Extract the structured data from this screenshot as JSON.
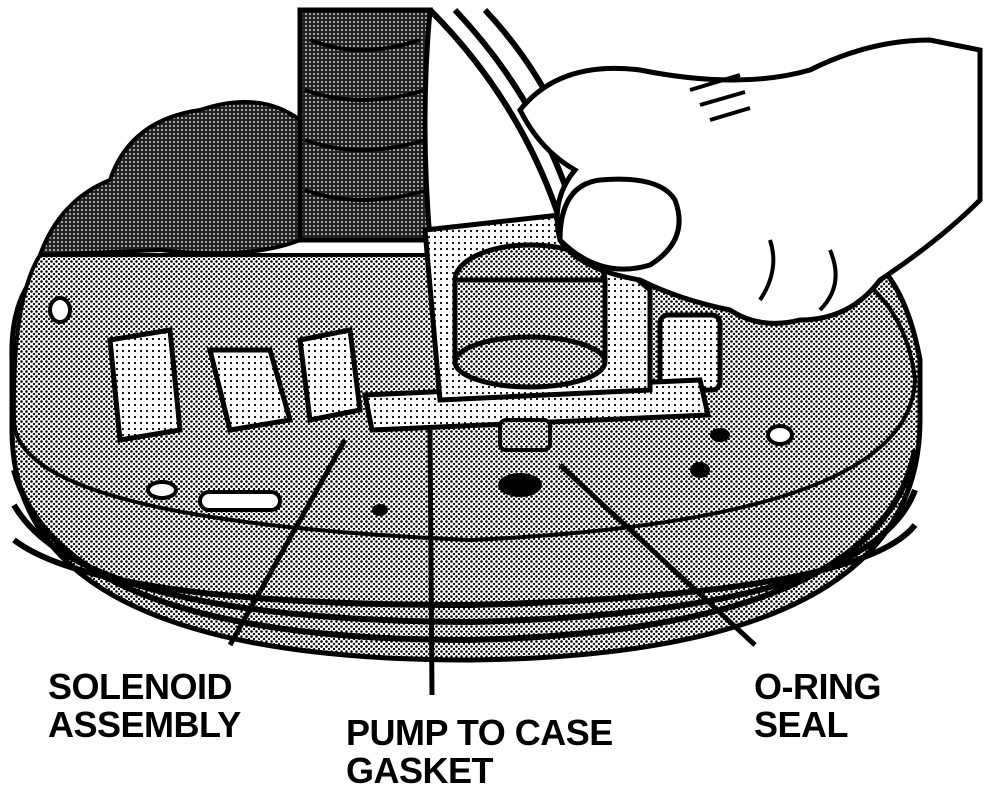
{
  "labels": {
    "solenoid": {
      "line1": "SOLENOID",
      "line2": "ASSEMBLY"
    },
    "gasket": {
      "line1": "PUMP TO CASE",
      "line2": "GASKET"
    },
    "oring": {
      "line1": "O-RING",
      "line2": "SEAL"
    }
  },
  "colors": {
    "ink": "#000000",
    "paper": "#ffffff"
  }
}
